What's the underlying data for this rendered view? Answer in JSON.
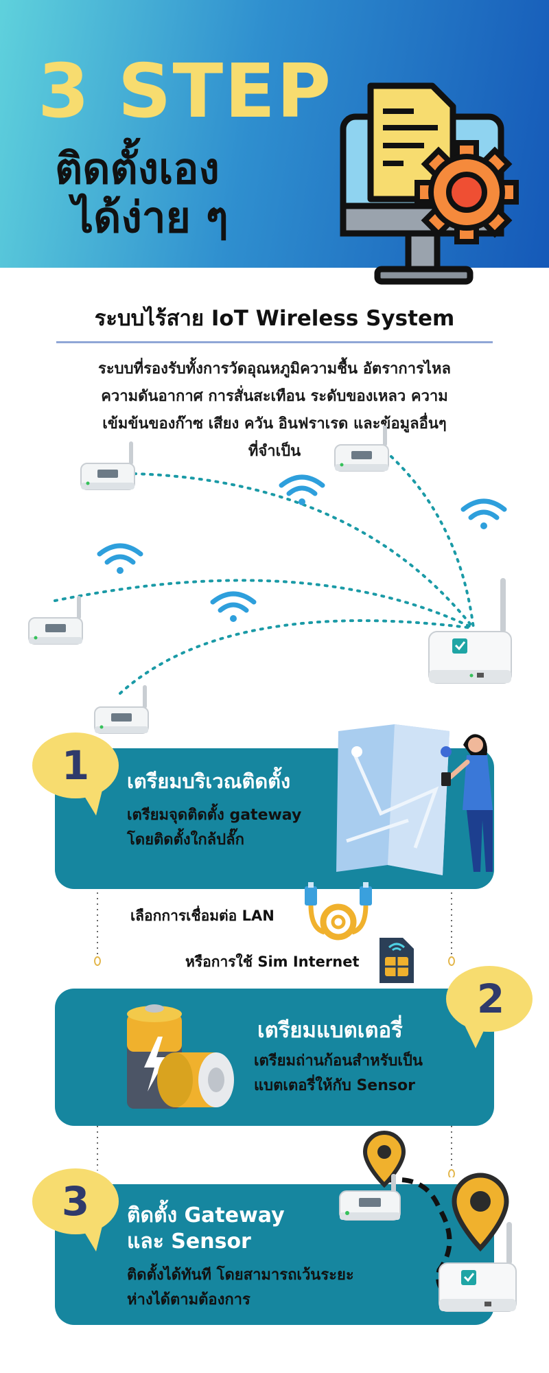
{
  "hero": {
    "title": "3 STEP",
    "subtitle_line1": "ติดตั้งเอง",
    "subtitle_line2": "ได้ง่าย ๆ",
    "icon": "computer-settings-icon"
  },
  "section": {
    "title": "ระบบไร้สาย IoT Wireless System",
    "desc_line1": "ระบบที่รองรับทั้งการวัดอุณหภูมิความชื้น อัตราการไหล",
    "desc_line2": "ความดันอากาศ การสั่นสะเทือน ระดับของเหลว ความ",
    "desc_line3": "เข้มข้นของก๊าซ เสียง ควัน อินฟราเรด และข้อมูลอื่นๆ",
    "desc_line4": "ที่จำเป็น"
  },
  "steps": [
    {
      "number": "1",
      "title": "เตรียมบริเวณติดตั้ง",
      "desc_line1": "เตรียมจุดติดตั้ง gateway",
      "desc_line2": "โดยติดตั้งใกล้ปลั๊ก"
    },
    {
      "number": "2",
      "title": "เตรียมแบตเตอรี่",
      "desc_line1": "เตรียมถ่านก้อนสำหรับเป็น",
      "desc_line2": "แบตเตอรี่ให้กับ Sensor"
    },
    {
      "number": "3",
      "title_line1": "ติดตั้ง Gateway",
      "title_line2": "และ Sensor",
      "desc_line1": "ติดตั้งได้ทันที โดยสามารถเว้นระยะ",
      "desc_line2": "ห่างได้ตามต้องการ"
    }
  ],
  "connection": {
    "lan_label": "เลือกการเชื่อมต่อ LAN",
    "sim_label": "หรือการใช้ Sim Internet"
  },
  "colors": {
    "card": "#16869f",
    "accent_yellow": "#f7dc6f",
    "number": "#2f3a6b",
    "dots": "#1a9aa6"
  }
}
